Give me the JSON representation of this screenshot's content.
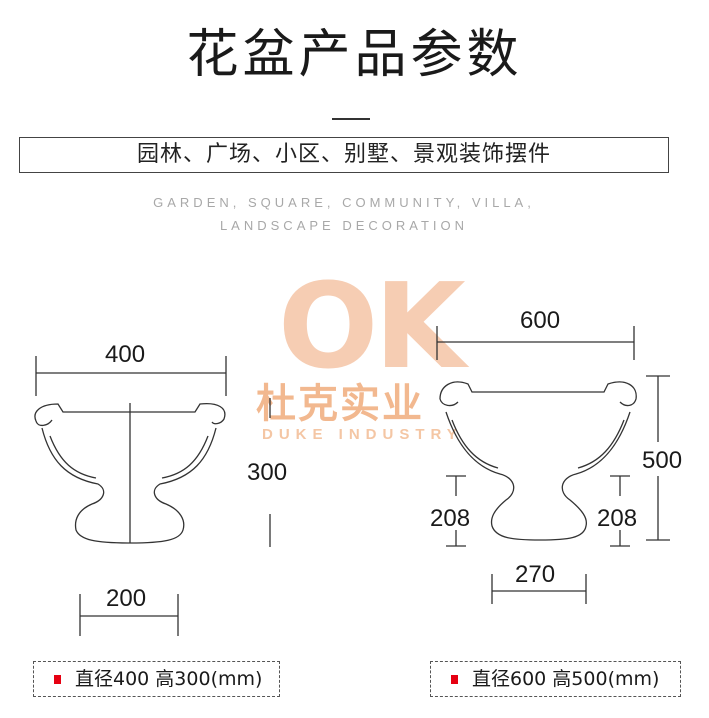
{
  "header": {
    "title": "花盆产品参数",
    "subtitle": "园林、广场、小区、别墅、景观装饰摆件",
    "english_line1": "GARDEN, SQUARE, COMMUNITY, VILLA,",
    "english_line2": "LANDSCAPE DECORATION"
  },
  "watermark": {
    "logo_text": "OK",
    "company_cn": "杜克实业",
    "company_en": "DUKE INDUSTRY"
  },
  "left_pot": {
    "top_width": "400",
    "height": "300",
    "base_width": "200",
    "spec": "直径400 高300(mm)"
  },
  "right_pot": {
    "top_width": "600",
    "height": "500",
    "left_base_height": "208",
    "right_base_height": "208",
    "base_width": "270",
    "spec": "直径600 高500(mm)"
  },
  "colors": {
    "accent_red": "#e60012",
    "watermark": "#f6cdb3",
    "line": "#333333"
  }
}
